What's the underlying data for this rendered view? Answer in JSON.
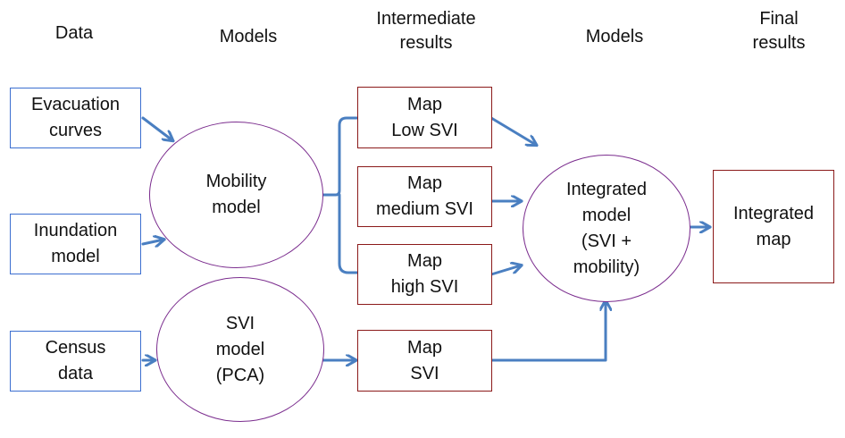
{
  "headers": {
    "data": "Data",
    "models1": "Models",
    "intermediate": "Intermediate\nresults",
    "models2": "Models",
    "final": "Final\nresults"
  },
  "inputs": {
    "evacuation": "Evacuation\ncurves",
    "inundation": "Inundation\nmodel",
    "census": "Census\ndata"
  },
  "models": {
    "mobility": "Mobility\nmodel",
    "svi": "SVI\nmodel\n(PCA)",
    "integrated": "Integrated\nmodel\n(SVI +\nmobility)"
  },
  "intermediate": {
    "low": "Map\nLow SVI",
    "medium": "Map\nmedium SVI",
    "high": "Map\nhigh SVI",
    "svi": "Map\nSVI"
  },
  "final": {
    "map": "Integrated\nmap"
  },
  "colors": {
    "arrow": "#4a7fc1",
    "input_border": "#3c6fd0",
    "result_border": "#8b1a1a",
    "model_border": "#7b2d8e"
  }
}
